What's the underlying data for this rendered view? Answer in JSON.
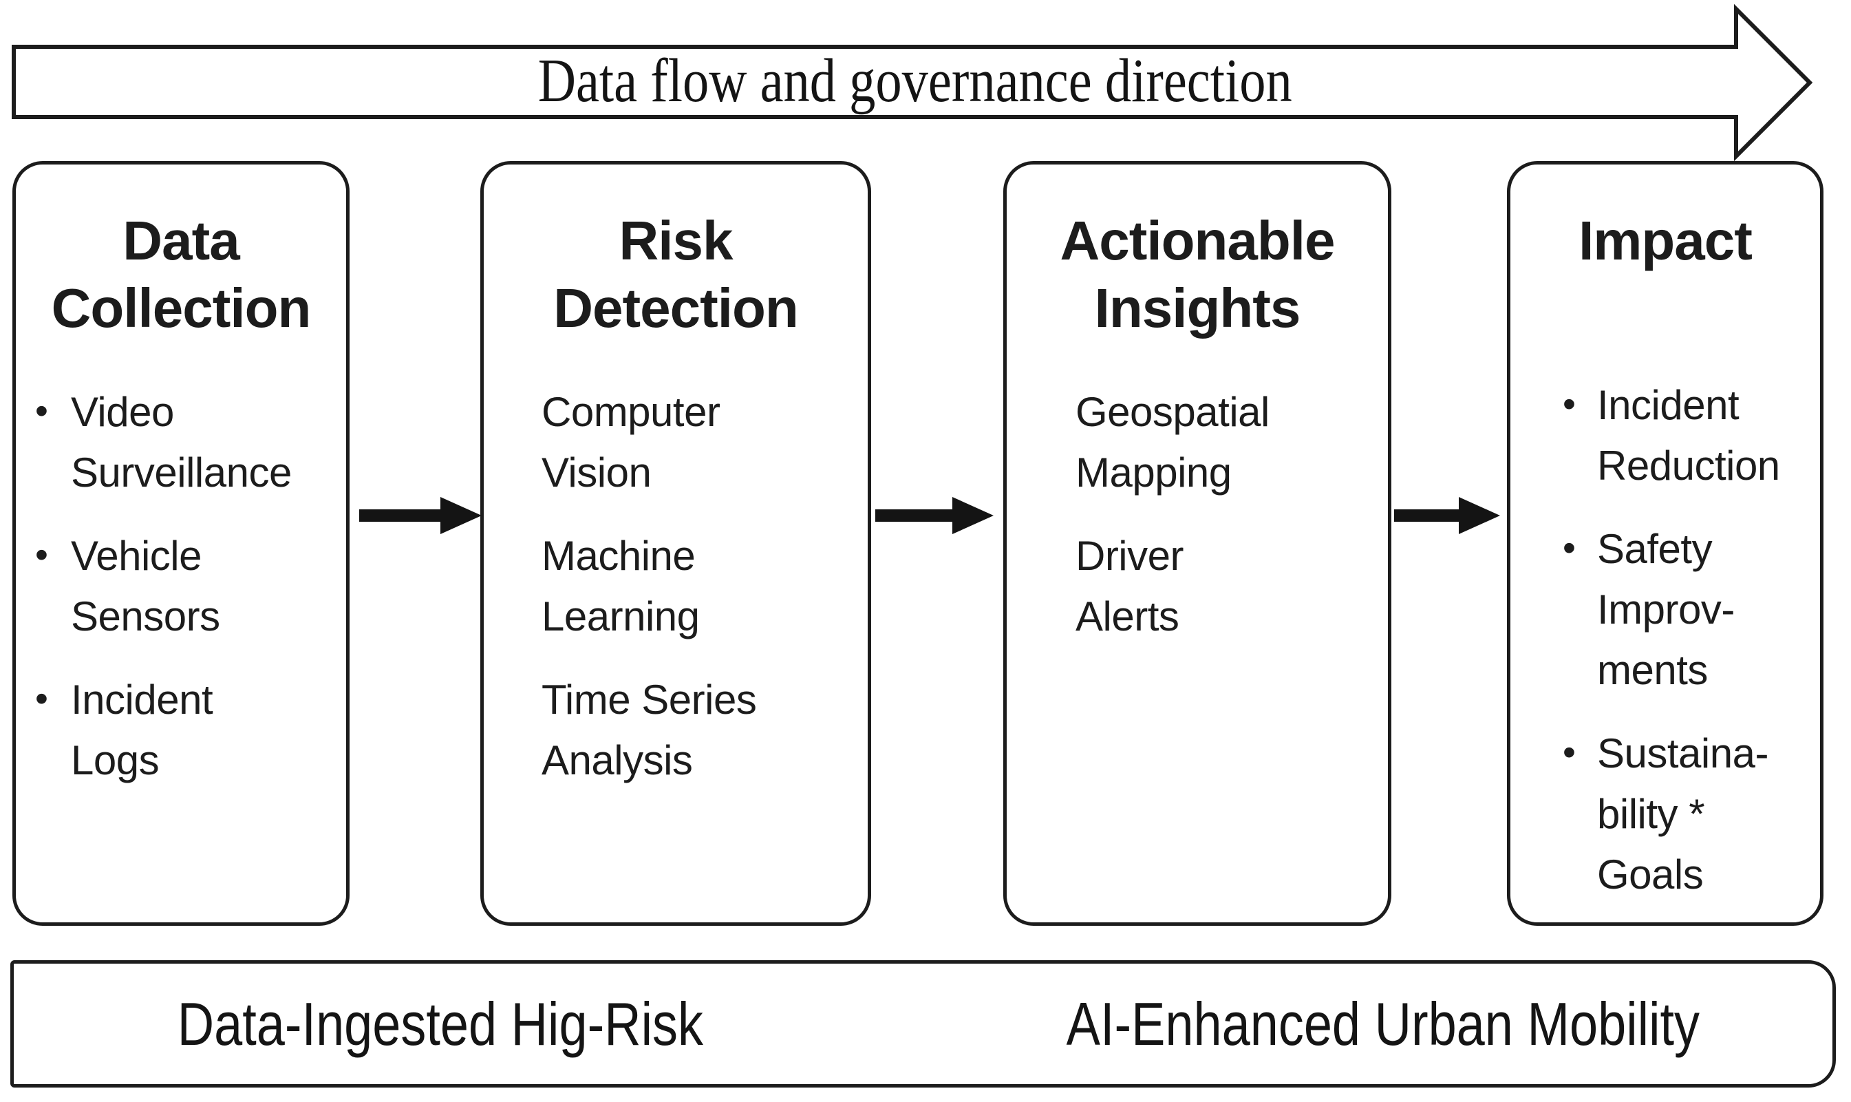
{
  "top_arrow": {
    "label": "Data flow and governance direction"
  },
  "bullet_glyph": "•",
  "columns": [
    {
      "title": "Data\nCollection",
      "items": [
        "Video\nSurveillance",
        "Vehicle\nSensors",
        "Incident\nLogs"
      ]
    },
    {
      "title": "Risk\nDetection",
      "items": [
        "Computer\nVision",
        "Machine\nLearning",
        "Time Series\nAnalysis"
      ]
    },
    {
      "title": "Actionable\nInsights",
      "items": [
        "Geospatial\nMapping",
        "Driver\nAlerts"
      ]
    },
    {
      "title": "Impact",
      "items": [
        "Incident\nReduction",
        "Safety\nImprov-\nments",
        "Sustaina-\nbility *\nGoals"
      ]
    }
  ],
  "bottom_bar": {
    "left_label": "Data-Ingested Hig-Risk",
    "right_label": "AI-Enhanced Urban Mobility"
  },
  "colors": {
    "ink": "#1c1c1c",
    "background": "#ffffff"
  }
}
